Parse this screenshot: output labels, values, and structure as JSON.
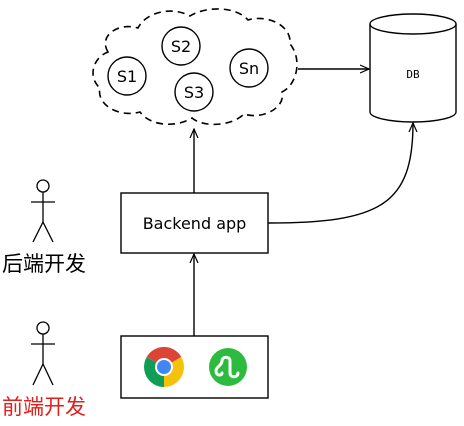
{
  "services": {
    "s1": "S1",
    "s2": "S2",
    "s3": "S3",
    "sn": "Sn"
  },
  "database": {
    "label": "DB"
  },
  "backend": {
    "label": "Backend app"
  },
  "actors": {
    "backend_dev": "后端开发",
    "frontend_dev": "前端开发"
  },
  "clients": {
    "browser_icon": "chrome-icon",
    "miniprogram_icon": "wechat-miniprogram-icon"
  },
  "colors": {
    "line": "#000000",
    "frontend_label": "#e0201b",
    "backend_label": "#000000",
    "miniprogram_green": "#2cbb3f"
  }
}
